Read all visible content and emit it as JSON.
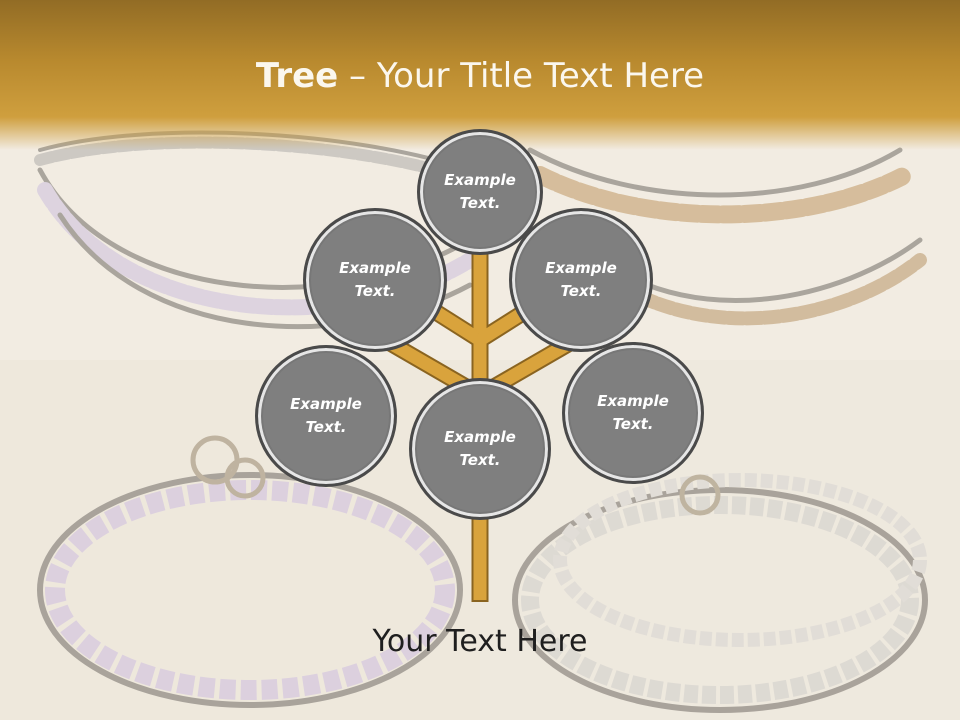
{
  "slide": {
    "title_bold": "Tree",
    "title_rest": " – Your Title Text Here",
    "footer": "Your Text Here"
  },
  "nodes": [
    {
      "id": "top",
      "line1": "Example",
      "line2": "Text."
    },
    {
      "id": "upper-left",
      "line1": "Example",
      "line2": "Text."
    },
    {
      "id": "upper-right",
      "line1": "Example",
      "line2": "Text."
    },
    {
      "id": "lower-left",
      "line1": "Example",
      "line2": "Text."
    },
    {
      "id": "center",
      "line1": "Example",
      "line2": "Text."
    },
    {
      "id": "lower-right",
      "line1": "Example",
      "line2": "Text."
    }
  ],
  "colors": {
    "header": "#b8892e",
    "branch": "#d9a33c",
    "branch_outline": "#8a6420",
    "node_fill": "#7f7f7f",
    "node_border": "#4a4a4a"
  }
}
